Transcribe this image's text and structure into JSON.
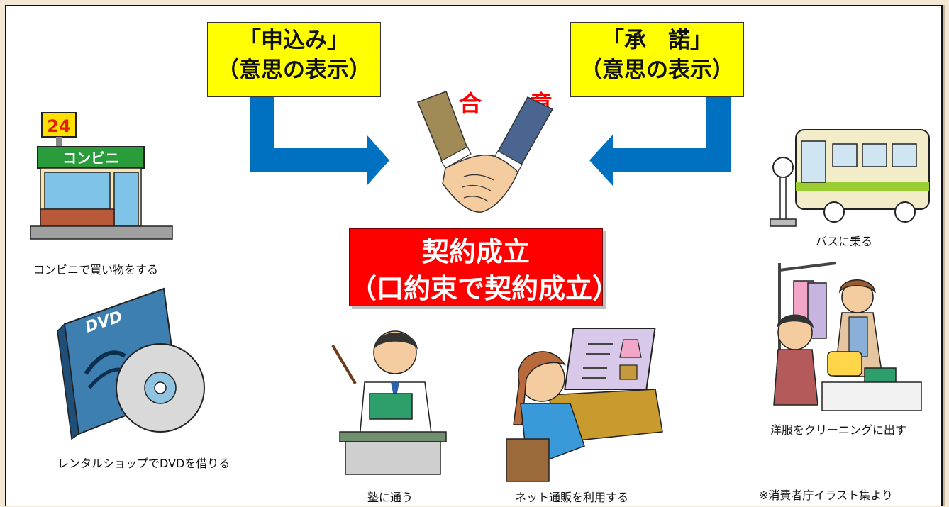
{
  "offer_box": {
    "line1": "「申込み」",
    "line2": "（意思の表示）"
  },
  "accept_box": {
    "line1": "「承　諾」",
    "line2": "（意思の表示）"
  },
  "agreement_label": "合　意",
  "contract_box": {
    "line1": "契約成立",
    "line2": "（口約束で契約成立）"
  },
  "examples": {
    "convenience_store": "コンビニで買い物をする",
    "convenience_sign": "コンビニ",
    "store_number": "24",
    "dvd_rental": "レンタルショップでDVDを借りる",
    "dvd_logo": "DVD",
    "bus": "バスに乗る",
    "dry_cleaning": "洋服をクリーニングに出す",
    "cram_school": "塾に通う",
    "online_shopping": "ネット通販を利用する"
  },
  "source_note": "※消費者庁イラスト集より",
  "colors": {
    "box_yellow": "#ffff00",
    "contract_red": "#ff0000",
    "arrow_blue": "#0070c0",
    "agreement_text": "#ff0000"
  }
}
